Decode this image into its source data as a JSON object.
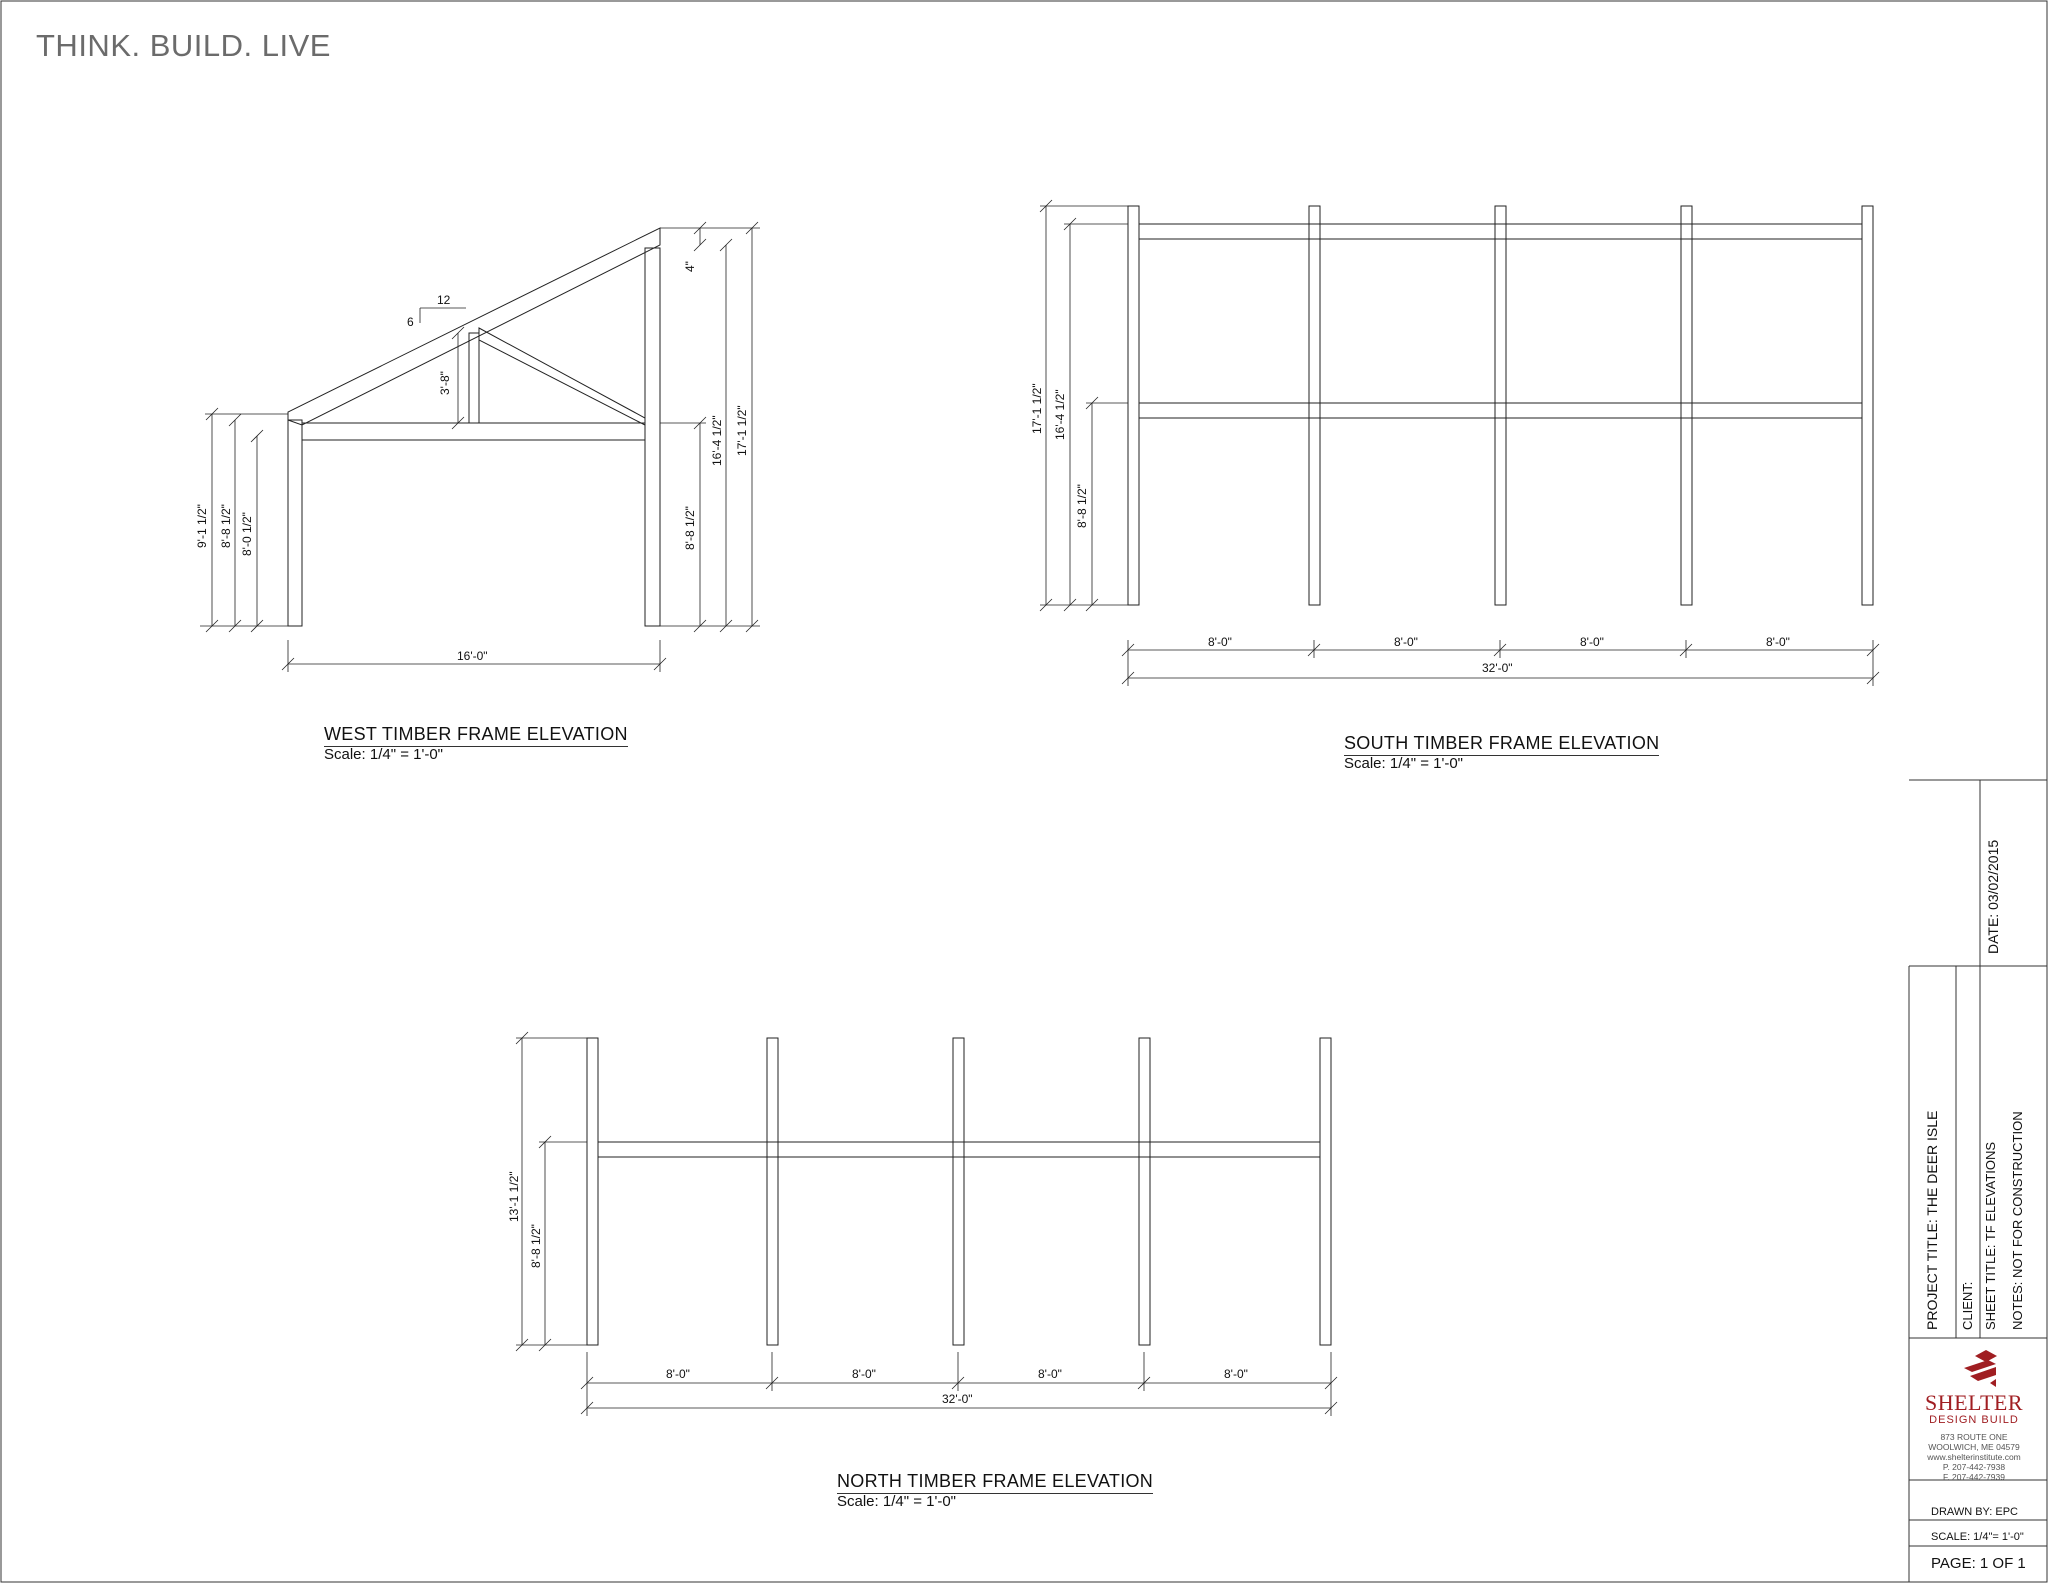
{
  "header": {
    "slogan": "THINK. BUILD. LIVE"
  },
  "views": {
    "west": {
      "title": "WEST TIMBER FRAME ELEVATION",
      "scale": "Scale: 1/4\" = 1'-0\"",
      "dims": {
        "pitch_run": "12",
        "pitch_rise": "6",
        "king_post": "3'-8\"",
        "overhang": "4\"",
        "left_total": "9'-1 1/2\"",
        "left_mid": "8'-8 1/2\"",
        "left_inner": "8'-0 1/2\"",
        "right_inner": "8'-8 1/2\"",
        "right_mid": "16'-4 1/2\"",
        "right_total": "17'-1 1/2\"",
        "width": "16'-0\""
      }
    },
    "south": {
      "title": "SOUTH TIMBER FRAME ELEVATION",
      "scale": "Scale: 1/4\" = 1'-0\"",
      "dims": {
        "total_height": "17'-1 1/2\"",
        "upper_height": "16'-4 1/2\"",
        "lower_height": "8'-8 1/2\"",
        "bays": [
          "8'-0\"",
          "8'-0\"",
          "8'-0\"",
          "8'-0\""
        ],
        "total_width": "32'-0\""
      }
    },
    "north": {
      "title": "NORTH TIMBER FRAME ELEVATION",
      "scale": "Scale: 1/4\" = 1'-0\"",
      "dims": {
        "total_height": "13'-1 1/2\"",
        "beam_height": "8'-8 1/2\"",
        "bays": [
          "8'-0\"",
          "8'-0\"",
          "8'-0\"",
          "8'-0\""
        ],
        "total_width": "32'-0\""
      }
    }
  },
  "title_block": {
    "date": "DATE:   03/02/2015",
    "project": "PROJECT TITLE:  THE DEER ISLE",
    "client": "CLIENT:",
    "sheet": "SHEET TITLE:  TF ELEVATIONS",
    "notes": "NOTES:  NOT FOR CONSTRUCTION",
    "logo_name": "SHELTER",
    "logo_sub": "DESIGN BUILD",
    "address": [
      "873 ROUTE ONE",
      "WOOLWICH, ME 04579",
      "www.shelterinstitute.com",
      "P. 207-442-7938",
      "F. 207-442-7939"
    ],
    "drawn_by": "DRAWN BY: EPC",
    "scale": "SCALE:   1/4\"= 1'-0\"",
    "page": "PAGE: 1  OF  1"
  },
  "colors": {
    "line": "#222222",
    "brand": "#a01e22",
    "slogan": "#6b6b6b"
  }
}
